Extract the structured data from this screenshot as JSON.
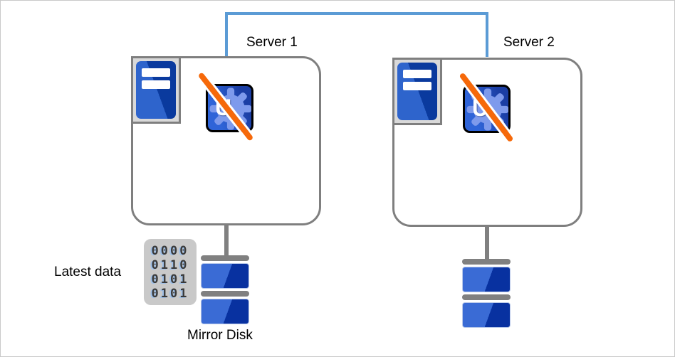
{
  "servers": [
    {
      "label": "Server 1"
    },
    {
      "label": "Server 2"
    }
  ],
  "labels": {
    "latest_data": "Latest data",
    "mirror_disk": "Mirror Disk"
  },
  "app_icon": {
    "letter": "U"
  },
  "binary_block": {
    "rows": [
      "0000",
      "0110",
      "0101",
      "0101"
    ]
  },
  "colors": {
    "accent_blue_line": "#5B9BD5",
    "box_border_gray": "#7F7F7F",
    "icon_square_gray": "#D9D9D9",
    "server_blue_light": "#2E64CC",
    "server_blue_dark": "#0A3A9E",
    "app_blue_light": "#2F64D8",
    "app_blue_dark": "#1B3EA4",
    "gear_blue": "#7E9AEC",
    "slash_orange": "#F6690A",
    "connector_gray": "#808080",
    "disk_blue_light": "#3A6BD5",
    "disk_blue_dark": "#0831A0",
    "binary_bg_gray": "#C9C9C9",
    "binary_digit": "#3A3A3A",
    "binary_shadow": "#9FC0E8"
  }
}
